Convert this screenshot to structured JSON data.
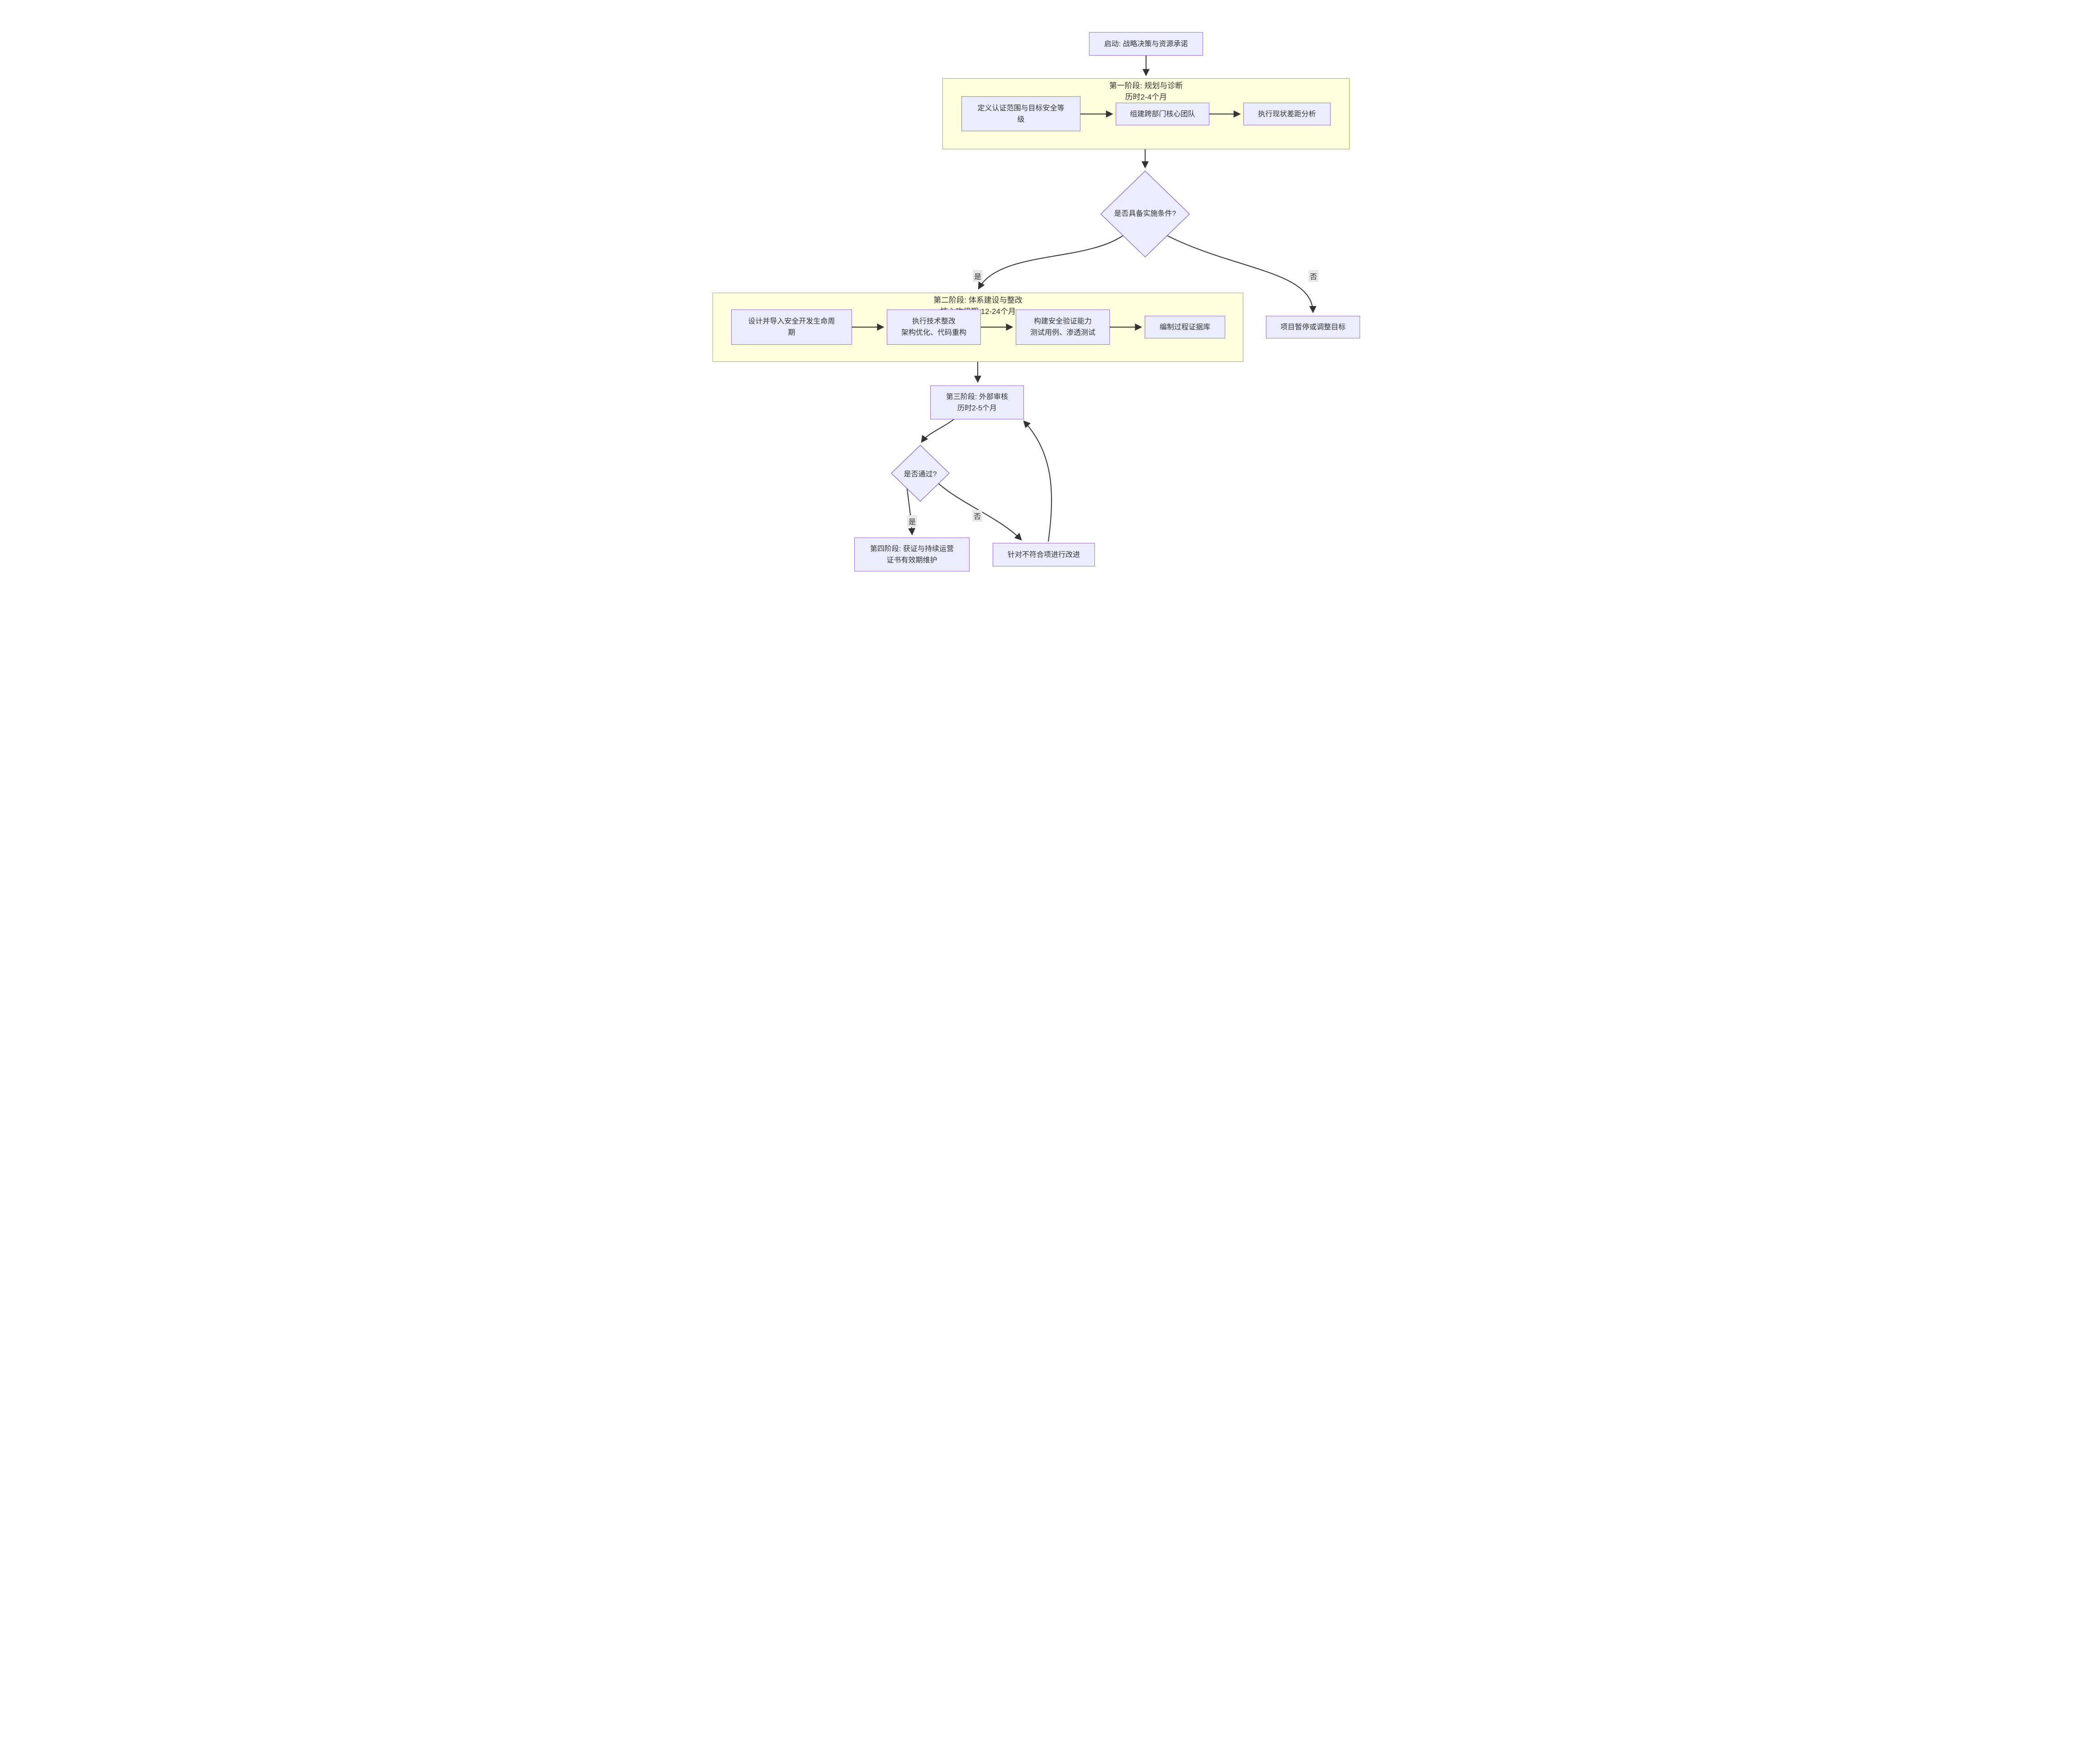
{
  "flowchart": {
    "start": {
      "text": "启动: 战略决策与资源承诺"
    },
    "phase1": {
      "title": "第一阶段: 规划与诊断",
      "subtitle": "历时2-4个月",
      "define_scope": {
        "line1": "定义认证范围与目标安全等",
        "line2": "级"
      },
      "build_team": {
        "text": "组建跨部门核心团队"
      },
      "gap_analysis": {
        "text": "执行现状差距分析"
      }
    },
    "decision_ready": {
      "text": "是否具备实施条件?"
    },
    "phase2": {
      "title": "第二阶段: 体系建设与整改",
      "subtitle": "核心攻坚期 12-24个月",
      "sdl": {
        "line1": "设计并导入安全开发生命周",
        "line2": "期"
      },
      "tech_fix": {
        "line1": "执行技术整改",
        "line2": "架构优化、代码重构"
      },
      "verify": {
        "line1": "构建安全验证能力",
        "line2": "测试用例、渗透测试"
      },
      "evidence": {
        "text": "编制过程证据库"
      }
    },
    "pause": {
      "text": "项目暂停或调整目标"
    },
    "phase3": {
      "line1": "第三阶段: 外部审核",
      "line2": "历时2-5个月"
    },
    "decision_pass": {
      "text": "是否通过?"
    },
    "phase4": {
      "line1": "第四阶段: 获证与持续运营",
      "line2": "证书有效期维护"
    },
    "improve": {
      "text": "针对不符合项进行改进"
    },
    "labels": {
      "yes1": "是",
      "no1": "否",
      "yes2": "是",
      "no2": "否"
    },
    "colors": {
      "node_fill": "#ECECFF",
      "node_border": "#9370DB",
      "cluster_fill": "#FFFFDE",
      "cluster_border": "#AAAA33",
      "edge": "#333333",
      "edge_label_bg": "#E8E8E8",
      "text": "#333333"
    }
  }
}
